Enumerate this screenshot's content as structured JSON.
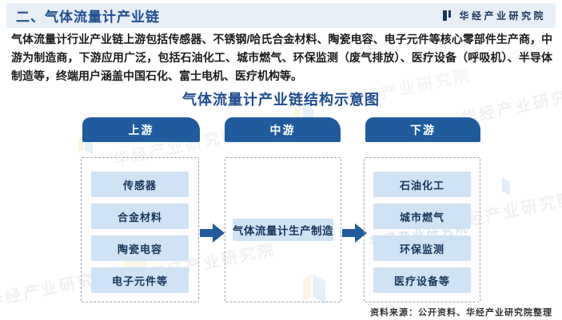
{
  "header": {
    "title": "二、气体流量计产业链",
    "brand": "华经产业研究院"
  },
  "intro": "气体流量计行业产业链上游包括传感器、不锈钢/哈氏合金材料、陶瓷电容、电子元件等核心零部件生产商，中游为制造商，下游应用广泛，包括石油化工、城市燃气、环保监测（废气排放）、医疗设备（呼吸机）、半导体制造等，终端用户涵盖中国石化、富士电机、医疗机构等。",
  "diagram": {
    "title": "气体流量计产业链结构示意图",
    "stages": [
      {
        "label": "上游",
        "items": [
          "传感器",
          "合金材料",
          "陶瓷电容",
          "电子元件等"
        ]
      },
      {
        "label": "中游",
        "items": [
          "气体流量计生产制造"
        ]
      },
      {
        "label": "下游",
        "items": [
          "石油化工",
          "城市燃气",
          "环保监测",
          "医疗设备等"
        ]
      }
    ]
  },
  "source": "资料来源：公开资料、华经产业研究院整理",
  "watermark": "华经产业研究院",
  "colors": {
    "stage_button_blue": "#1f5b9d",
    "node_light_blue": "#cfe3f5",
    "node_text_navy": "#17365d",
    "title_blue": "#1d4e91",
    "header_bar_bg": "#e8eef5",
    "arrow_blue": "#1f5b9d"
  }
}
